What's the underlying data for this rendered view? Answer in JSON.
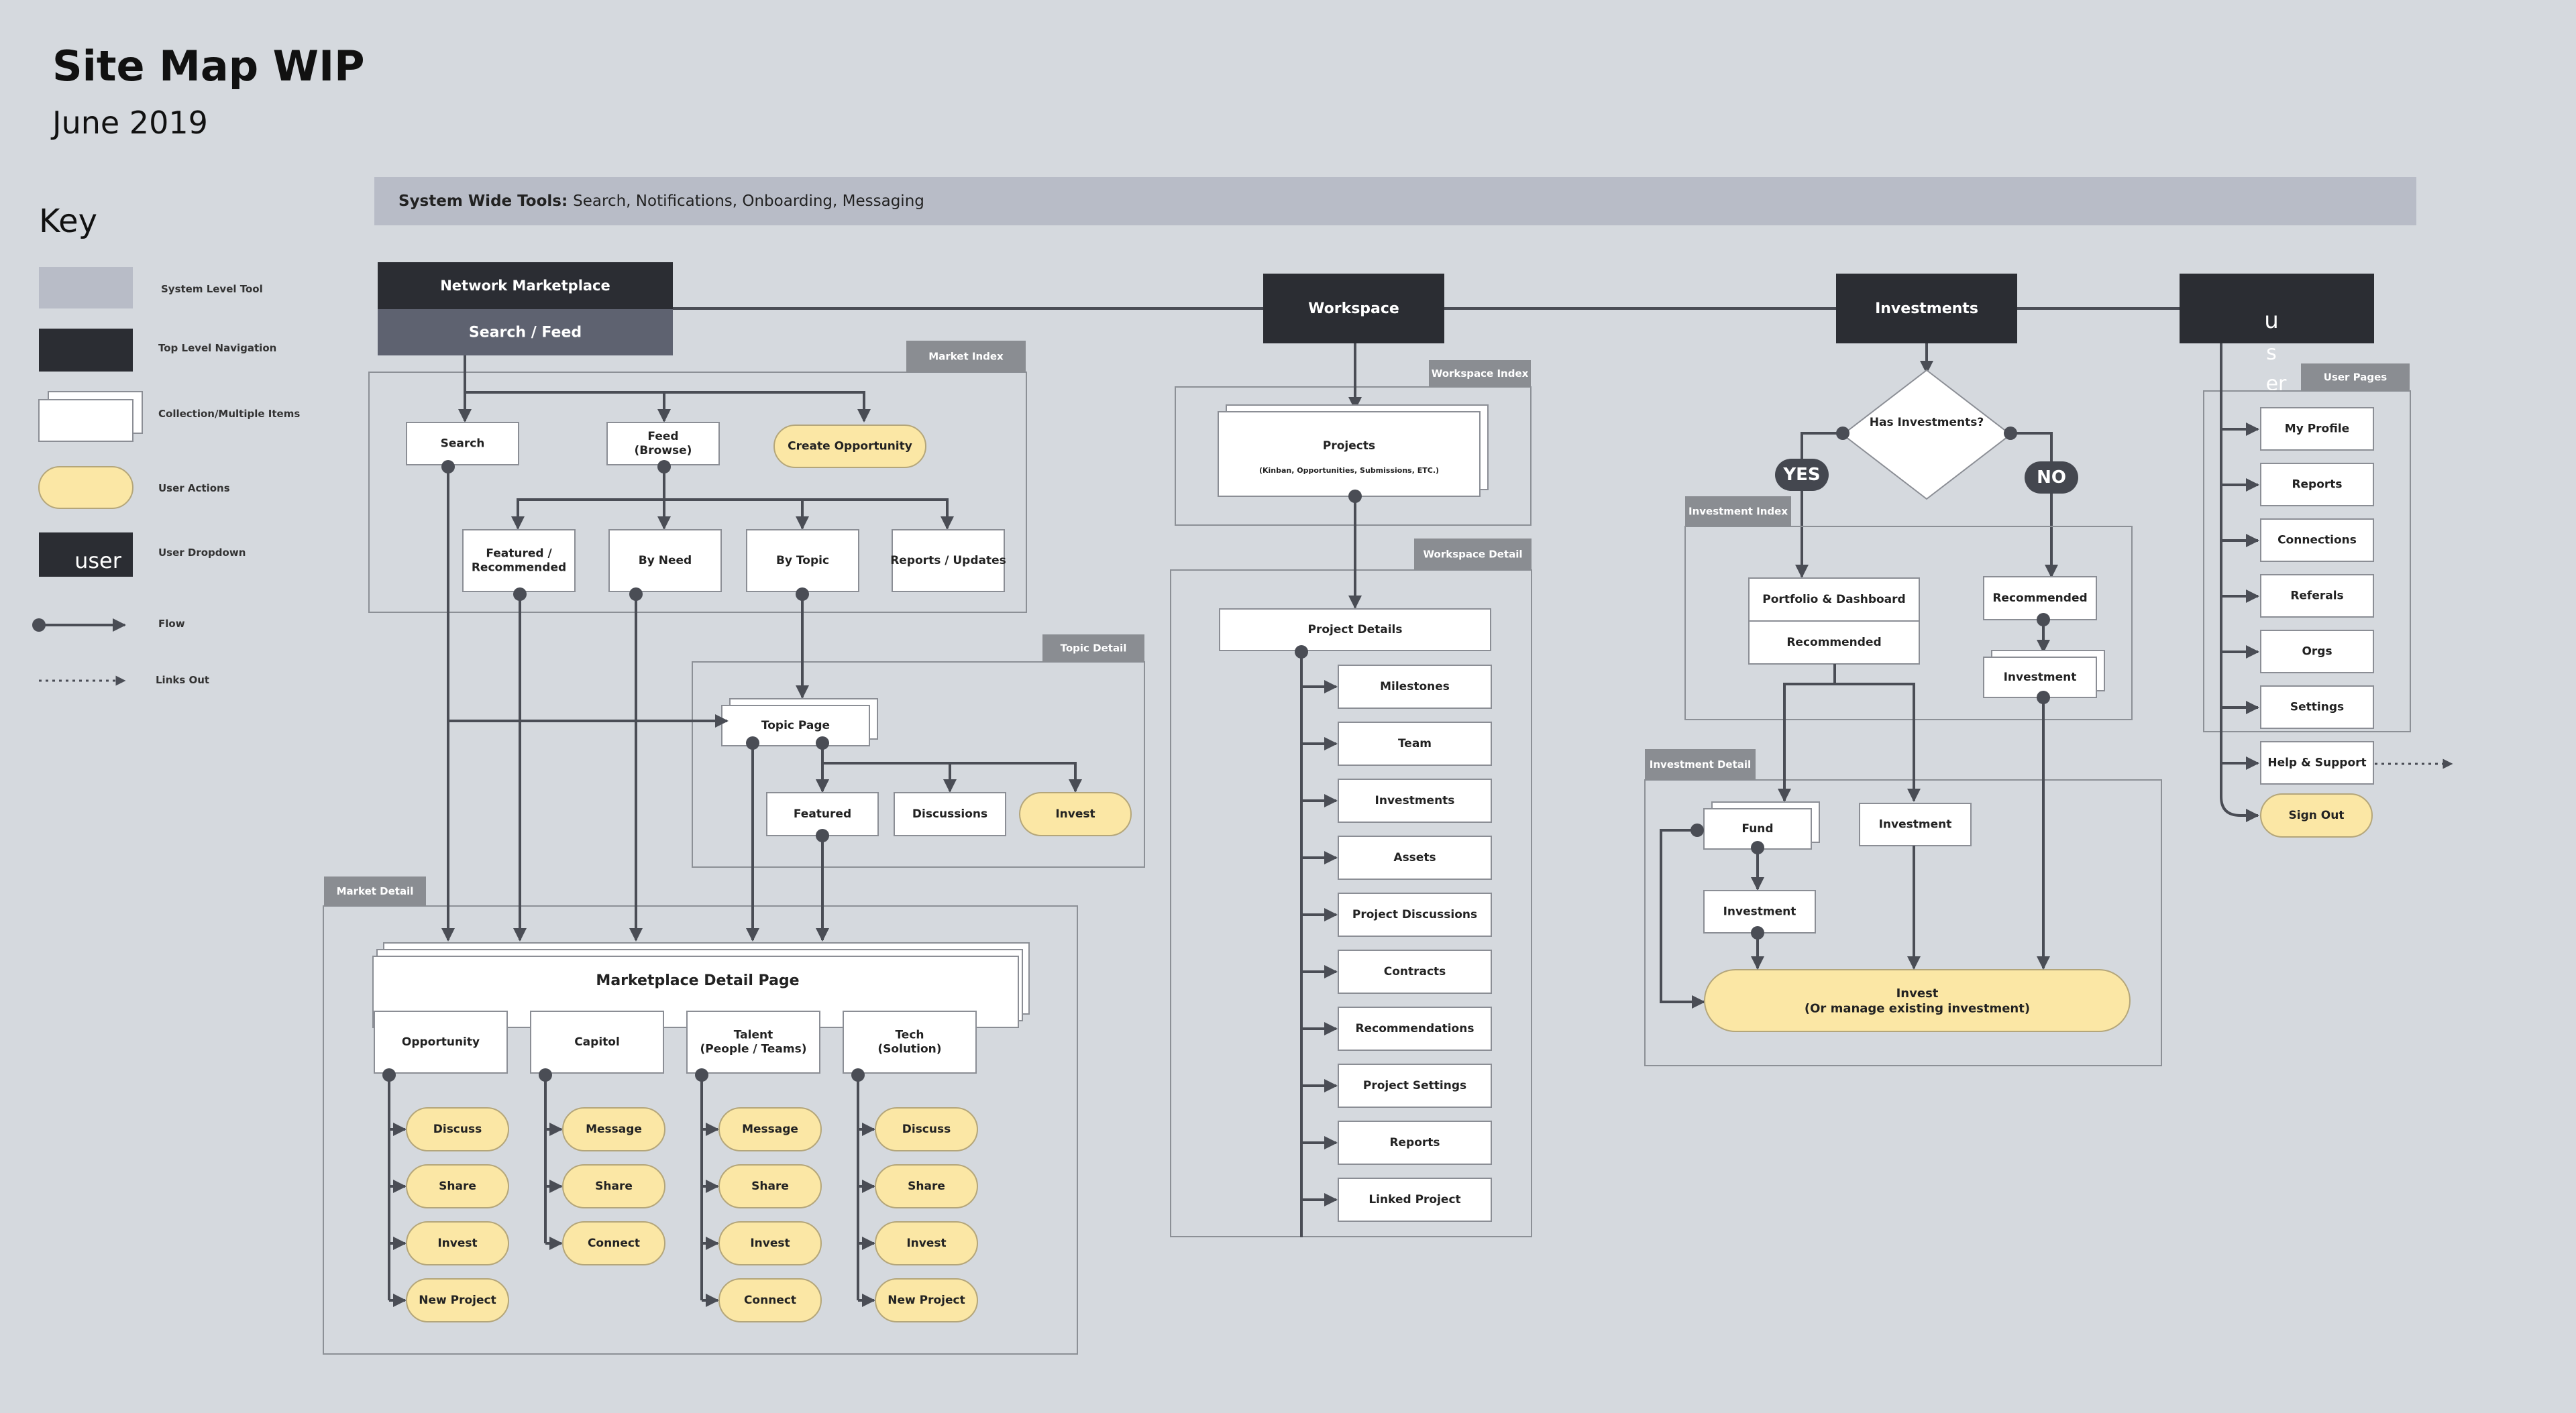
{
  "header": {
    "title": "Site Map WIP",
    "subtitle": "June 2019"
  },
  "key": {
    "title": "Key",
    "items": [
      {
        "label": "System Level Tool"
      },
      {
        "label": "Top Level Navigation"
      },
      {
        "label": "Collection/Multiple Items"
      },
      {
        "label": "User Actions"
      },
      {
        "label": "User Dropdown",
        "swatch_text": "user"
      },
      {
        "label": "Flow"
      },
      {
        "label": "Links Out"
      }
    ]
  },
  "system_tools": {
    "prefix": "System Wide Tools:",
    "text": "Search, Notifications, Onboarding, Messaging"
  },
  "colors": {
    "background": "#d5d9de",
    "system_tool": "#b8bcc7",
    "top_nav": "#2b2d33",
    "subnav": "#5e6270",
    "user_action": "#fbe7a5",
    "tag": "#8a8d92",
    "line": "#4a4d55"
  },
  "top_nav": {
    "network": "Network Marketplace",
    "search_feed": "Search / Feed",
    "workspace": "Workspace",
    "investments": "Investments",
    "user": [
      "u",
      "s",
      "er"
    ]
  },
  "tags": {
    "market_index": "Market Index",
    "topic_detail": "Topic Detail",
    "market_detail": "Market Detail",
    "workspace_index": "Workspace Index",
    "workspace_detail": "Workspace Detail",
    "investment_index": "Investment Index",
    "investment_detail": "Investment Detail",
    "user_pages": "User Pages"
  },
  "market": {
    "search": "Search",
    "feed": [
      "Feed",
      "(Browse)"
    ],
    "create_opportunity": "Create Opportunity",
    "featured_recommended": [
      "Featured /",
      "Recommended"
    ],
    "by_need": "By Need",
    "by_topic": "By Topic",
    "reports_updates": "Reports / Updates",
    "topic_page": "Topic Page",
    "topic_featured": "Featured",
    "topic_discussions": "Discussions",
    "topic_invest": "Invest",
    "detail_page": "Marketplace Detail Page",
    "columns": [
      {
        "title": [
          "Opportunity"
        ],
        "actions": [
          "Discuss",
          "Share",
          "Invest",
          "New Project"
        ]
      },
      {
        "title": [
          "Capitol"
        ],
        "actions": [
          "Message",
          "Share",
          "Connect"
        ]
      },
      {
        "title": [
          "Talent",
          "(People / Teams)"
        ],
        "actions": [
          "Message",
          "Share",
          "Invest",
          "Connect"
        ]
      },
      {
        "title": [
          "Tech",
          "(Solution)"
        ],
        "actions": [
          "Discuss",
          "Share",
          "Invest",
          "New Project"
        ]
      }
    ]
  },
  "workspace": {
    "projects": "Projects",
    "projects_sub": "(Kinban, Opportunities, Submissions, ETC.)",
    "project_details": "Project Details",
    "items": [
      "Milestones",
      "Team",
      "Investments",
      "Assets",
      "Project Discussions",
      "Contracts",
      "Recommendations",
      "Project Settings",
      "Reports",
      "Linked Project"
    ]
  },
  "investments": {
    "decision": "Has Investments?",
    "yes": "YES",
    "no": "NO",
    "portfolio": "Portfolio & Dashboard",
    "recommended_left": "Recommended",
    "recommended_right": "Recommended",
    "investment_index_item": "Investment",
    "fund": "Fund",
    "fund_investment": "Investment",
    "detail_investment": "Investment",
    "invest": [
      "Invest",
      "(Or manage existing investment)"
    ]
  },
  "user_pages": {
    "items": [
      "My Profile",
      "Reports",
      "Connections",
      "Referals",
      "Orgs",
      "Settings",
      "Help & Support"
    ],
    "sign_out": "Sign Out"
  }
}
